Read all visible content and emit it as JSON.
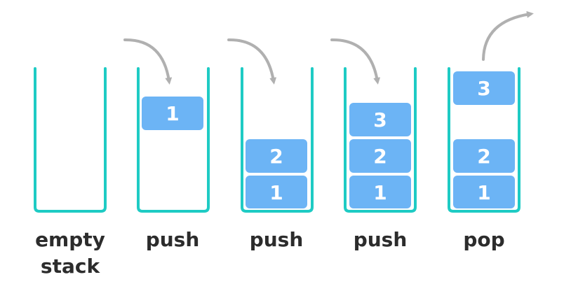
{
  "colors": {
    "container": "#1ecbc4",
    "block": "#6cb4f5",
    "block_text": "#ffffff",
    "arrow": "#b0b0b0",
    "label_text": "#2c2c2c"
  },
  "stages": [
    {
      "label_lines": [
        "empty",
        "stack"
      ],
      "action": "none",
      "stack_items": [],
      "moving_item": null
    },
    {
      "label_lines": [
        "push"
      ],
      "action": "push",
      "stack_items": [],
      "moving_item": "1"
    },
    {
      "label_lines": [
        "push"
      ],
      "action": "push",
      "stack_items": [
        "1",
        "2"
      ],
      "moving_item": null
    },
    {
      "label_lines": [
        "push"
      ],
      "action": "push",
      "stack_items": [
        "1",
        "2",
        "3"
      ],
      "moving_item": null
    },
    {
      "label_lines": [
        "pop"
      ],
      "action": "pop",
      "stack_items": [
        "1",
        "2"
      ],
      "moving_item": "3"
    }
  ]
}
